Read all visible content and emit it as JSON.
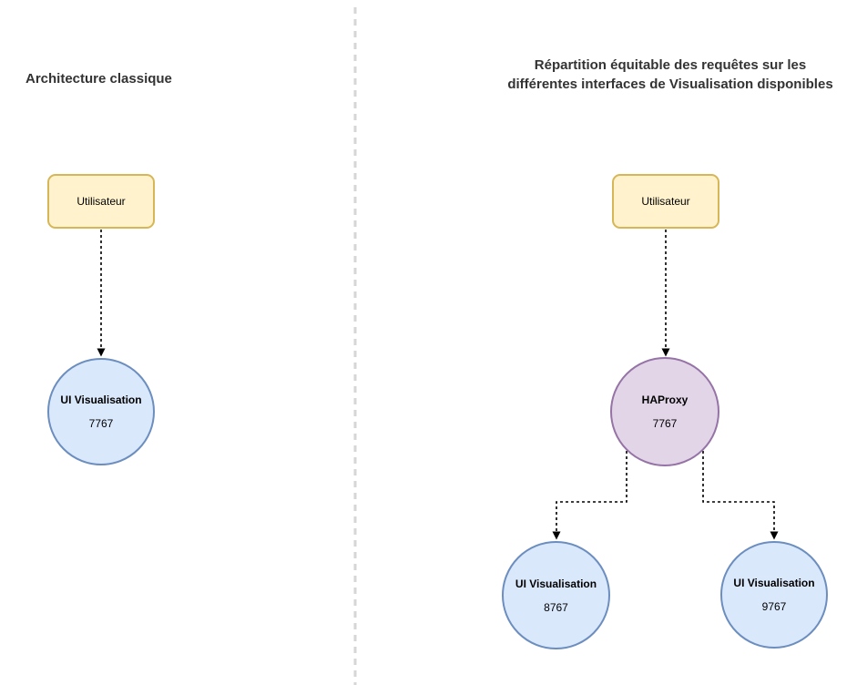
{
  "diagram": {
    "left_panel": {
      "title": "Architecture classique",
      "user_node": {
        "label": "Utilisateur"
      },
      "ui_node": {
        "label": "UI Visualisation",
        "port": "7767"
      }
    },
    "right_panel": {
      "title_line1": "Répartition équitable des requêtes sur les",
      "title_line2": "différentes interfaces de Visualisation disponibles",
      "user_node": {
        "label": "Utilisateur"
      },
      "haproxy_node": {
        "label": "HAProxy",
        "port": "7767"
      },
      "ui_node_left": {
        "label": "UI Visualisation",
        "port": "8767"
      },
      "ui_node_right": {
        "label": "UI Visualisation",
        "port": "9767"
      }
    },
    "colors": {
      "user_node_fill": "#fff2cc",
      "user_node_border": "#d6b656",
      "ui_node_fill": "#dae8fc",
      "ui_node_border": "#6c8ebf",
      "haproxy_fill": "#e1d5e7",
      "haproxy_border": "#9673a6",
      "connector": "#000000",
      "divider": "#d6d6d6",
      "title_text": "#333333",
      "node_text": "#000000"
    }
  }
}
